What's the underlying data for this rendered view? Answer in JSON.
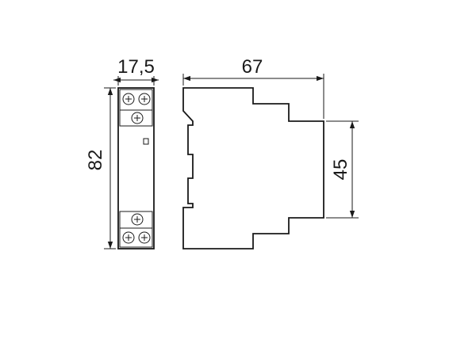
{
  "dimensions": {
    "front_width": "17,5",
    "front_height": "82",
    "side_depth": "67",
    "side_step_height": "45"
  },
  "parts": {
    "terminal_screw_icon": "screw-icon",
    "indicator_icon": "status-indicator-icon"
  }
}
